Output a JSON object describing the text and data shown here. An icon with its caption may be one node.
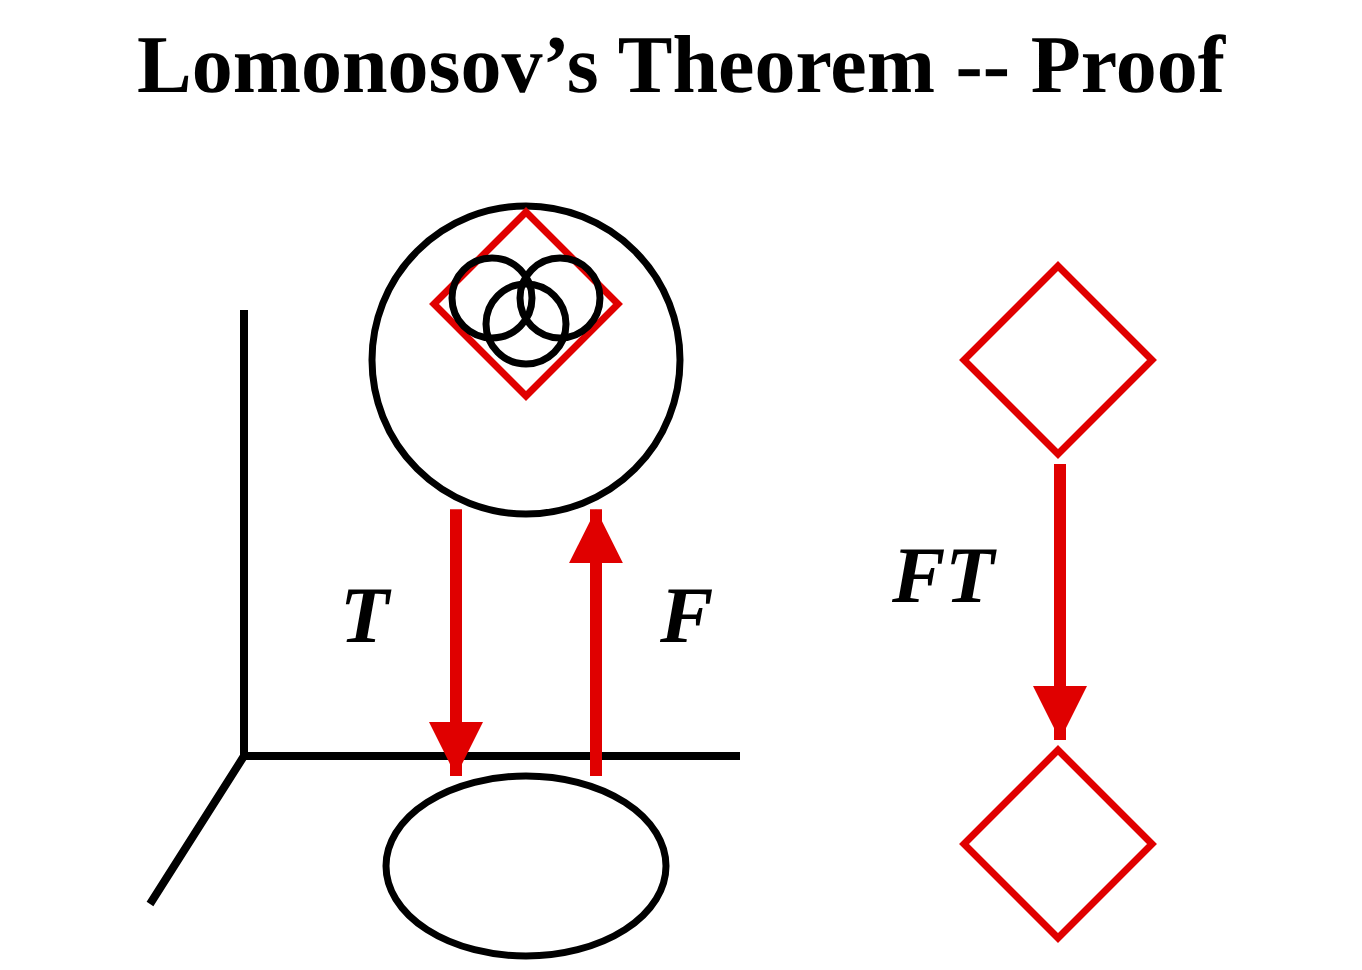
{
  "diagram": {
    "title": "Lomonosov’s Theorem -- Proof",
    "nodes": [
      {
        "text": [],
        "shape": "circle"
      },
      {
        "text": [],
        "shape": "diamond",
        "in": 0
      },
      {
        "text": [],
        "shape": "circle",
        "in": 1
      },
      {
        "text": [],
        "shape": "circle",
        "in": 1
      },
      {
        "text": [],
        "shape": "circle",
        "in": 1
      },
      {
        "text": [],
        "shape": "ellipse"
      },
      {
        "text": [],
        "shape": "diamond"
      },
      {
        "text": [],
        "shape": "diamond"
      }
    ],
    "edges": [
      {
        "from": 0,
        "to": 5,
        "arrow": "to",
        "label": "T"
      },
      {
        "from": 5,
        "to": 0,
        "arrow": "to",
        "label": "F"
      },
      {
        "from": 6,
        "to": 7,
        "arrow": "to",
        "label": "FT"
      }
    ]
  }
}
